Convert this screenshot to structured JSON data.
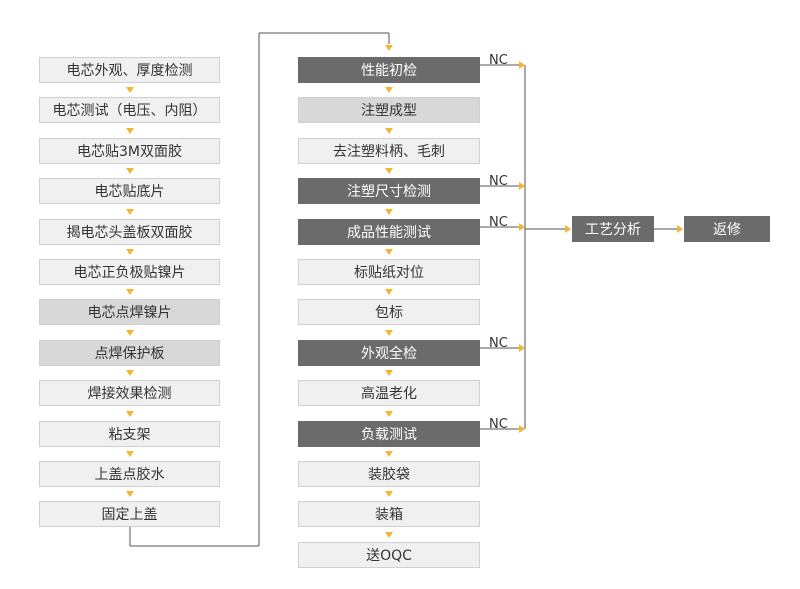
{
  "col1": [
    {
      "label": "电芯外观、厚度检测",
      "style": "light"
    },
    {
      "label": "电芯测试（电压、内阻）",
      "style": "light"
    },
    {
      "label": "电芯贴3M双面胶",
      "style": "light"
    },
    {
      "label": "电芯贴底片",
      "style": "light"
    },
    {
      "label": "揭电芯头盖板双面胶",
      "style": "light"
    },
    {
      "label": "电芯正负极贴镍片",
      "style": "light"
    },
    {
      "label": "电芯点焊镍片",
      "style": "mid"
    },
    {
      "label": "点焊保护板",
      "style": "mid"
    },
    {
      "label": "焊接效果检测",
      "style": "light"
    },
    {
      "label": "粘支架",
      "style": "light"
    },
    {
      "label": "上盖点胶水",
      "style": "light"
    },
    {
      "label": "固定上盖",
      "style": "light"
    }
  ],
  "col2": [
    {
      "label": "性能初检",
      "style": "dark",
      "nc": true
    },
    {
      "label": "注塑成型",
      "style": "mid",
      "nc": false
    },
    {
      "label": "去注塑料柄、毛刺",
      "style": "light",
      "nc": false
    },
    {
      "label": "注塑尺寸检测",
      "style": "dark",
      "nc": true
    },
    {
      "label": "成品性能测试",
      "style": "dark",
      "nc": true
    },
    {
      "label": "标贴纸对位",
      "style": "light",
      "nc": false
    },
    {
      "label": "包标",
      "style": "light",
      "nc": false
    },
    {
      "label": "外观全检",
      "style": "dark",
      "nc": true
    },
    {
      "label": "高温老化",
      "style": "light",
      "nc": false
    },
    {
      "label": "负载测试",
      "style": "dark",
      "nc": true
    },
    {
      "label": "装胶袋",
      "style": "light",
      "nc": false
    },
    {
      "label": "装箱",
      "style": "light",
      "nc": false
    },
    {
      "label": "送OQC",
      "style": "light",
      "nc": false
    }
  ],
  "nc_label": "NC",
  "analysis": "工艺分析",
  "rework": "返修",
  "colors": {
    "arrow": "#f2b632",
    "line": "#555555",
    "dark": "#6b6b6b",
    "mid": "#d8d8d8",
    "light": "#f0f0f0"
  }
}
